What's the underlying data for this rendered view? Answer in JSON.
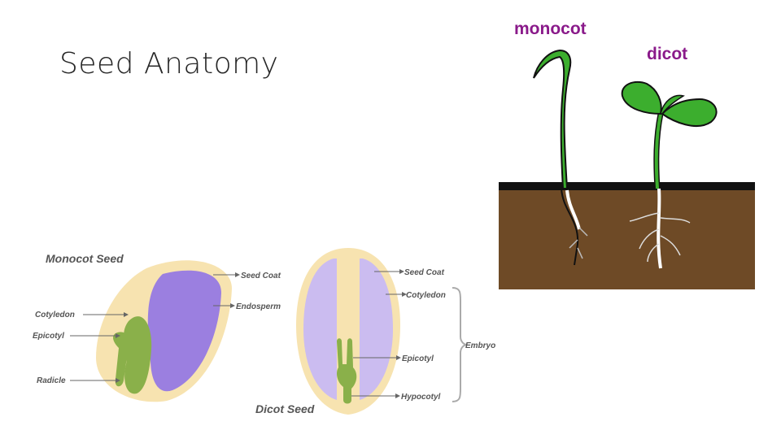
{
  "slide": {
    "title": "Seed Anatomy"
  },
  "monocot_seed": {
    "header": "Monocot Seed",
    "labels": {
      "cotyledon": "Cotyledon",
      "epicotyl": "Epicotyl",
      "radicle": "Radicle",
      "seed_coat": "Seed Coat",
      "endosperm": "Endosperm"
    }
  },
  "dicot_seed": {
    "header": "Dicot Seed",
    "labels": {
      "seed_coat": "Seed Coat",
      "cotyledon": "Cotyledon",
      "embryo": "Embryo",
      "epicotyl": "Epicotyl",
      "hypocotyl": "Hypocotyl"
    }
  },
  "seedlings": {
    "monocot_label": "monocot",
    "dicot_label": "dicot"
  },
  "colors": {
    "seed_coat": "#f7e3b0",
    "endosperm_purple": "#9b7fe0",
    "cotyledon_light": "#cbbcf0",
    "embryo_green": "#8ab04a",
    "soil": "#6e4a26",
    "plant_green": "#3cae2e",
    "label_purple": "#8a1a8a"
  }
}
